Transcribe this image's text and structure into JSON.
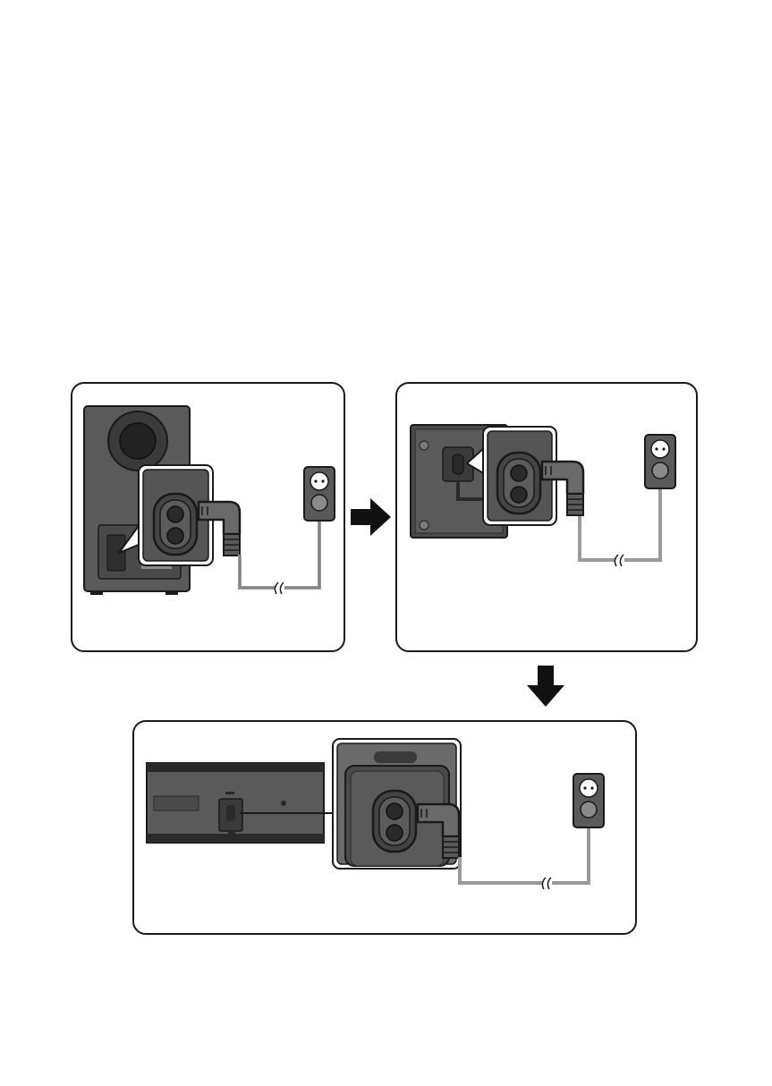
{
  "diagram": {
    "steps": [
      {
        "id": "subwoofer-connection",
        "device": "subwoofer-rear",
        "connector": "power-inlet",
        "cable": "power-cord",
        "outlet": "wall-outlet"
      },
      {
        "id": "rear-speaker-connection",
        "device": "rear-speaker-wireless-module",
        "connector": "power-inlet",
        "cable": "power-cord",
        "outlet": "wall-outlet"
      },
      {
        "id": "soundbar-connection",
        "device": "soundbar-rear",
        "connector": "power-inlet",
        "cable": "power-cord",
        "outlet": "wall-outlet"
      }
    ],
    "flow": [
      "right-arrow",
      "down-arrow"
    ],
    "colors": {
      "outline": "#1a1a1a",
      "device_dark": "#3c3c3c",
      "device_mid": "#5a5a5a",
      "device_light": "#8a8a8a",
      "cable": "#9a9a9a",
      "panel_bg": "#ffffff"
    },
    "icons": [
      "power-inlet-icon",
      "power-plug-icon",
      "wall-outlet-icon",
      "cable-break-icon",
      "arrow-right-icon",
      "arrow-down-icon"
    ]
  }
}
